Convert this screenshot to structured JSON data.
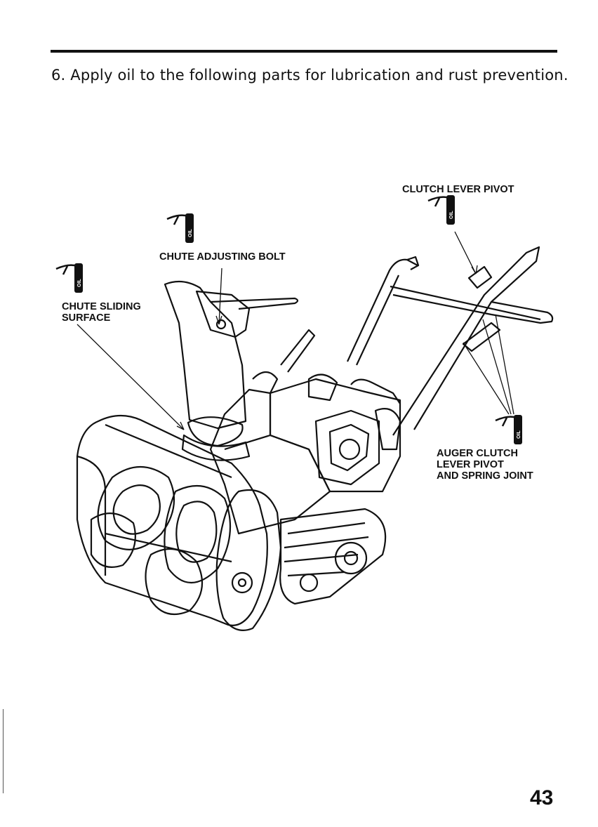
{
  "instruction": "6. Apply oil to the following parts for lubrication and rust prevention.",
  "labels": {
    "clutch_lever_pivot": "CLUTCH LEVER PIVOT",
    "chute_adjusting_bolt": "CHUTE ADJUSTING BOLT",
    "chute_sliding_surface": [
      "CHUTE SLIDING",
      "SURFACE"
    ],
    "auger_clutch": [
      "AUGER CLUTCH",
      "LEVER PIVOT",
      "AND SPRING JOINT"
    ]
  },
  "oil_icon_text": "OIL",
  "page_number": "43"
}
